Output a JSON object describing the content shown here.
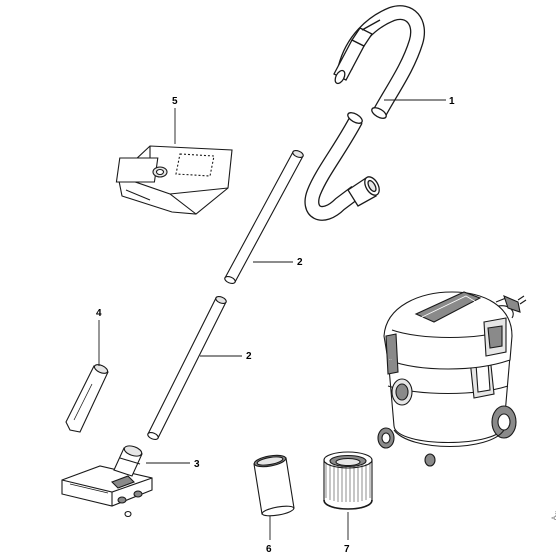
{
  "diagram": {
    "colors": {
      "line": "#1a1a1a",
      "fill": "#ffffff",
      "shade": "#e6e6e6",
      "dark": "#8a8a8a"
    },
    "parts": [
      {
        "id": "hose",
        "icon": "suction-hose-icon",
        "callout": "1"
      },
      {
        "id": "tube-upper",
        "icon": "extension-tube-icon",
        "callout": "2"
      },
      {
        "id": "tube-lower",
        "icon": "extension-tube-icon",
        "callout": "2"
      },
      {
        "id": "floor-nozzle",
        "icon": "floor-nozzle-icon",
        "callout": "3"
      },
      {
        "id": "crevice-nozzle",
        "icon": "crevice-nozzle-icon",
        "callout": "4"
      },
      {
        "id": "filter-bag",
        "icon": "filter-bag-icon",
        "callout": "5"
      },
      {
        "id": "flat-pleated-filter",
        "icon": "flat-filter-icon",
        "callout": "6"
      },
      {
        "id": "cartridge-filter",
        "icon": "cartridge-filter-icon",
        "callout": "7"
      },
      {
        "id": "vacuum-unit",
        "icon": "wet-dry-vacuum-icon",
        "callout": ""
      }
    ],
    "edge_code": "A..."
  }
}
